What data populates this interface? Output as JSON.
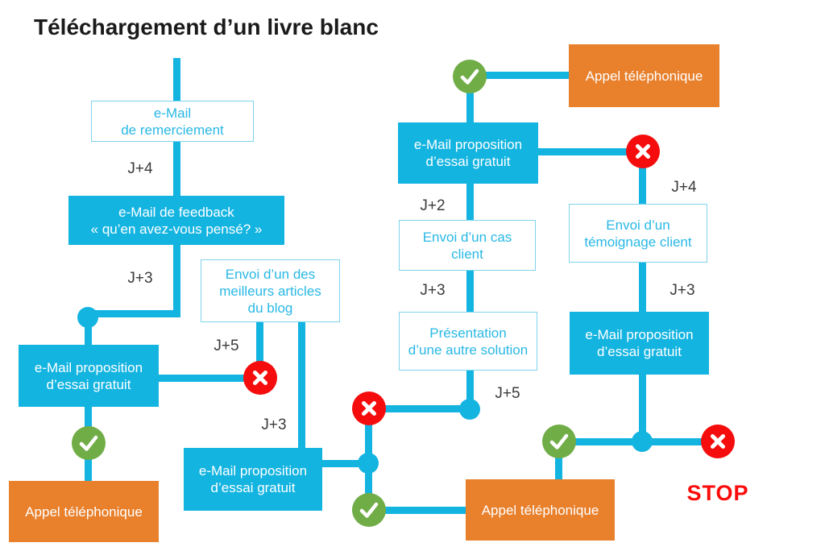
{
  "title": "Téléchargement d’un livre blanc",
  "colors": {
    "flow": "#14b4e1",
    "outline_border": "#7dd4ee",
    "outline_text": "#29b8e5",
    "orange": "#e8802c",
    "green": "#70ad47",
    "red": "#f50d0d",
    "delay": "#3b3b3b",
    "stop": "#fb0a0a",
    "title": "#1a1a1a"
  },
  "boxes": {
    "remerciement": "e-Mail\nde remerciement",
    "feedback": "e-Mail de feedback\n« qu’en avez-vous pensé? »",
    "articles_blog": "Envoi d’un des\nmeilleurs articles\ndu blog",
    "proposition_gauche": "e-Mail proposition\nd’essai gratuit",
    "proposition_bas": "e-Mail proposition\nd’essai gratuit",
    "proposition_centre": "e-Mail proposition\nd’essai gratuit",
    "proposition_droite": "e-Mail proposition\nd’essai gratuit",
    "cas_client": "Envoi d’un cas\nclient",
    "presentation": "Présentation\nd’une autre solution",
    "temoignage": "Envoi d’un\ntémoignage client",
    "appel_gauche": "Appel téléphonique",
    "appel_haut": "Appel téléphonique",
    "appel_bas": "Appel téléphonique"
  },
  "delays": {
    "after_remerciement": "J+4",
    "after_feedback": "J+3",
    "retry_articles": "J+5",
    "after_articles": "J+3",
    "after_proposition_centre": "J+2",
    "after_cas_client": "J+3",
    "after_presentation": "J+5",
    "retry_temoignage": "J+4",
    "after_temoignage": "J+3"
  },
  "stop_label": "STOP",
  "icons": {
    "success": "check",
    "failure": "cross"
  }
}
